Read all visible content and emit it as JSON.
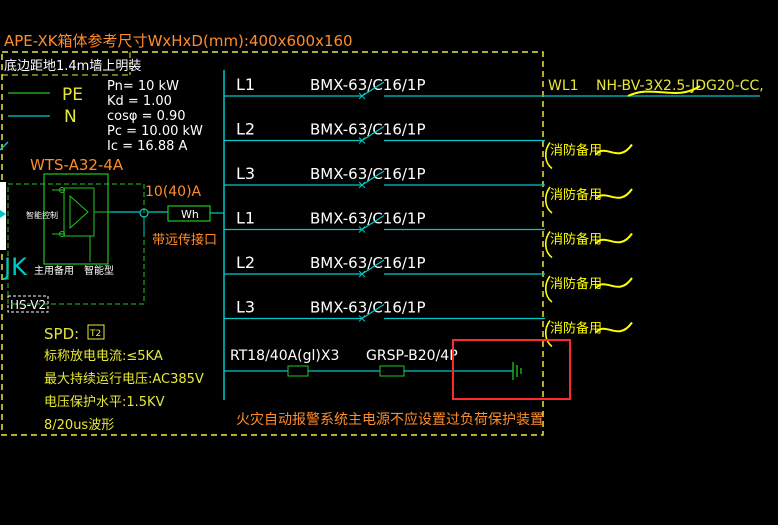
{
  "header": {
    "title": "APE-XK箱体参考尺寸WxHxD(mm):400x600x160",
    "mount_note": "底边距地1.4m墙上明装"
  },
  "legend": {
    "pe": "PE",
    "n": "N"
  },
  "params": {
    "pn": "Pn= 10 kW",
    "kd": "Kd = 1.00",
    "cos": "cosφ = 0.90",
    "pc": "Pc = 10.00 kW",
    "ic": "Ic = 16.88 A"
  },
  "switch": {
    "model": "WTS-A32-4A",
    "label_left": "智能控制",
    "label_bottom": "主用",
    "label_bottom2": "备用",
    "label_smart": "智能型"
  },
  "meter": {
    "rating": "10(40)A",
    "wh": "Wh",
    "note": "带远传接口"
  },
  "left_cut": {
    "jk": "JK",
    "hs": "HS-V2"
  },
  "circuits": [
    {
      "phase": "L1",
      "breaker": "BMX-63/C16/1P",
      "out_label": "WL1",
      "cable": "NH-BV-3X2.5-JDG20-CC,"
    },
    {
      "phase": "L2",
      "breaker": "BMX-63/C16/1P",
      "out_label": "消防备用"
    },
    {
      "phase": "L3",
      "breaker": "BMX-63/C16/1P",
      "out_label": "消防备用"
    },
    {
      "phase": "L1",
      "breaker": "BMX-63/C16/1P",
      "out_label": "消防备用"
    },
    {
      "phase": "L2",
      "breaker": "BMX-63/C16/1P",
      "out_label": "消防备用"
    },
    {
      "phase": "L3",
      "breaker": "BMX-63/C16/1P",
      "out_label": "消防备用"
    }
  ],
  "spd": {
    "title": "SPD:",
    "t2": "T2",
    "line1": "标称放电电流:≤5KA",
    "line2": "最大持续运行电压:AC385V",
    "line3": "电压保护水平:1.5KV",
    "line4": "8/20us波形"
  },
  "spd_row": {
    "fuse": "RT18/40A(gl)X3",
    "device": "GRSP-B20/4P"
  },
  "bottom_note": "火灾自动报警系统主电源不应设置过负荷保护装置",
  "colors": {
    "background": "#000000",
    "dashed_frame": "#e8e83a",
    "line": "#00c8c8",
    "green": "#22c322",
    "text_yellow": "#e8e83a",
    "text_white": "#ffffff",
    "text_orange": "#ff8c2a",
    "annotation": "#ffff00",
    "highlight_box": "#ff2a2a"
  }
}
